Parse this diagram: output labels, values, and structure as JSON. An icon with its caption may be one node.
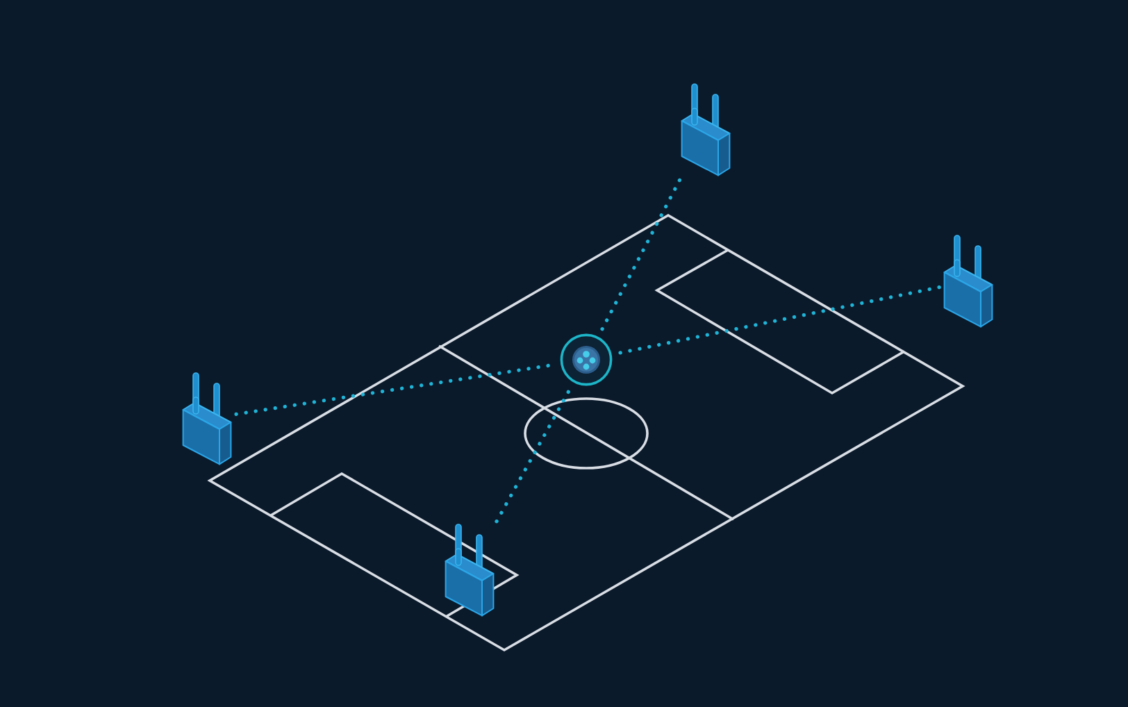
{
  "diagram": {
    "nodes": [
      {
        "text": [],
        "shape": "picture"
      },
      {
        "text": [],
        "shape": "picture"
      },
      {
        "text": [],
        "shape": "picture"
      },
      {
        "text": [],
        "shape": "picture"
      },
      {
        "text": [],
        "shape": "picture"
      }
    ],
    "edges": [
      {
        "from": 0,
        "to": 2,
        "arrow": "none",
        "style": "dashed"
      },
      {
        "from": 1,
        "to": 2,
        "arrow": "none",
        "style": "dashed"
      },
      {
        "from": 3,
        "to": 2,
        "arrow": "none",
        "style": "dashed"
      },
      {
        "from": 4,
        "to": 2,
        "arrow": "none",
        "style": "dashed"
      }
    ]
  }
}
